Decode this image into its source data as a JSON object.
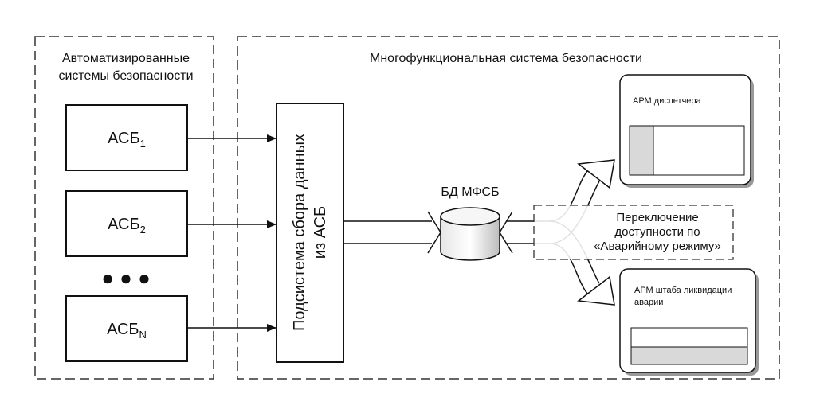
{
  "left_group": {
    "title_line1": "Автоматизированные",
    "title_line2": "системы безопасности",
    "box1": {
      "base": "АСБ",
      "sub": "1"
    },
    "box2": {
      "base": "АСБ",
      "sub": "2"
    },
    "ellipsis": "● ● ●",
    "box3": {
      "base": "АСБ",
      "sub": "N"
    }
  },
  "right_group": {
    "title": "Многофункциональная система безопасности",
    "subsystem_line1": "Подсистема сбора данных",
    "subsystem_line2": "из АСБ",
    "db_label": "БД МФСБ",
    "switch_line1": "Переключение",
    "switch_line2": "доступности по",
    "switch_line3": "«Аварийному режиму»",
    "arm_dispatcher": "АРМ диспетчера",
    "arm_hq_line1": "АРМ штаба ликвидации",
    "arm_hq_line2": "аварии"
  }
}
